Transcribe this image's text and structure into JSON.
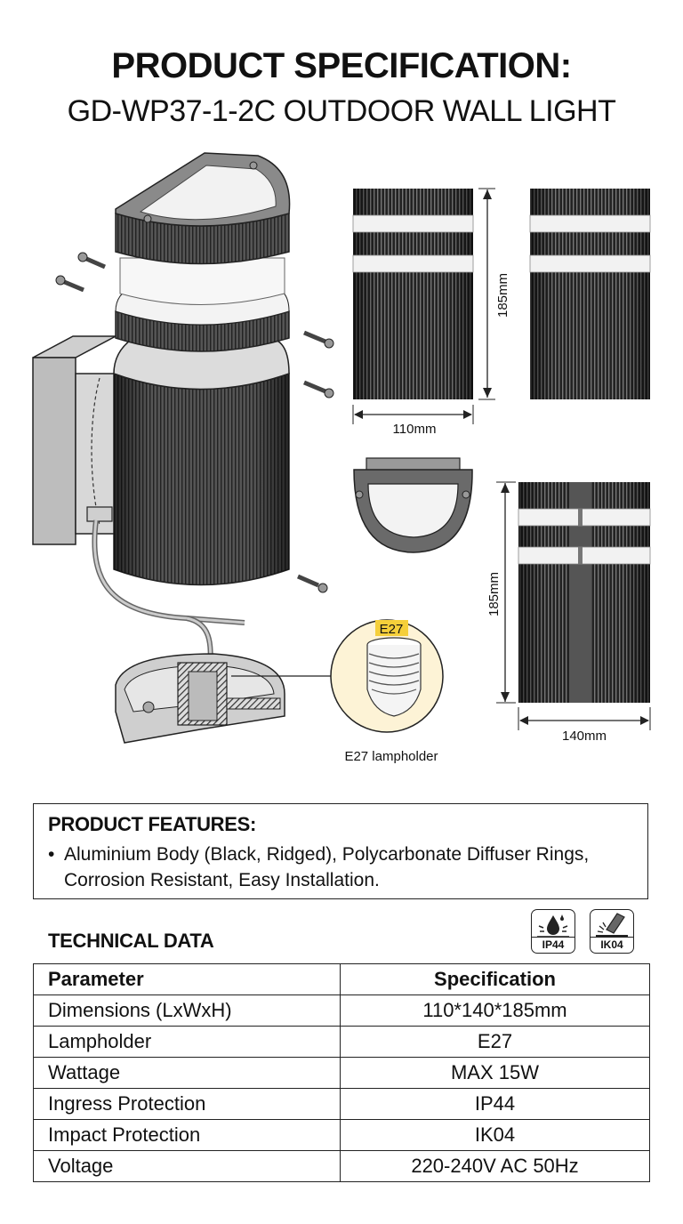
{
  "header": {
    "title_line1": "PRODUCT SPECIFICATION:",
    "title_line2": "GD-WP37-1-2C OUTDOOR WALL LIGHT"
  },
  "drawing": {
    "front_view_width": "110mm",
    "front_view_height": "185mm",
    "side_view_height": "185mm",
    "side_view_width": "140mm",
    "lampholder_tag": "E27",
    "lampholder_caption": "E27 lampholder",
    "colors": {
      "body_dark": "#1a1a1a",
      "body_grey": "#5a5a5a",
      "diffuser": "#f2f2f2",
      "lampholder_bg": "#fdf3d6",
      "lampholder_tag_bg": "#f5cf3a"
    }
  },
  "features": {
    "title": "PRODUCT FEATURES:",
    "bullet_symbol": "•",
    "items": [
      "Aluminium Body (Black, Ridged), Polycarbonate Diffuser Rings, Corrosion Resistant, Easy Installation."
    ]
  },
  "technical": {
    "title": "TECHNICAL DATA",
    "badges": [
      {
        "icon": "water-drop-icon",
        "label": "IP44"
      },
      {
        "icon": "impact-hammer-icon",
        "label": "IK04"
      }
    ],
    "columns": [
      "Parameter",
      "Specification"
    ],
    "rows": [
      [
        "Dimensions (LxWxH)",
        "110*140*185mm"
      ],
      [
        "Lampholder",
        "E27"
      ],
      [
        "Wattage",
        "MAX 15W"
      ],
      [
        "Ingress Protection",
        "IP44"
      ],
      [
        "Impact Protection",
        "IK04"
      ],
      [
        "Voltage",
        "220-240V AC 50Hz"
      ]
    ]
  }
}
